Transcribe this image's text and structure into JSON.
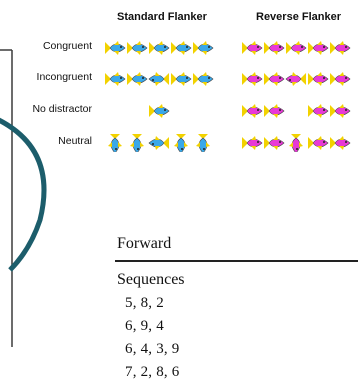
{
  "flanker": {
    "columns": [
      "Standard Flanker",
      "Reverse Flanker"
    ],
    "rows": [
      {
        "label": "Congruent",
        "standard": [
          "R",
          "R",
          "R",
          "R",
          "R"
        ],
        "reverse": [
          "R",
          "R",
          "R",
          "R",
          "R"
        ]
      },
      {
        "label": "Incongruent",
        "standard": [
          "R",
          "R",
          "L",
          "R",
          "R"
        ],
        "reverse": [
          "R",
          "R",
          "L",
          "R",
          "R"
        ]
      },
      {
        "label": "No distractor",
        "standard": [
          "",
          "",
          "R",
          "",
          ""
        ],
        "reverse": [
          "R",
          "R",
          "",
          "R",
          "R"
        ]
      },
      {
        "label": "Neutral",
        "standard": [
          "D",
          "D",
          "L",
          "D",
          "D"
        ],
        "reverse": [
          "R",
          "R",
          "D",
          "R",
          "R"
        ]
      }
    ],
    "colors": {
      "standard_fill": "#3aa8e8",
      "standard_accent": "#f2d200",
      "reverse_fill": "#e83ad6",
      "reverse_accent": "#f2d200",
      "bracket": "#3c3c3c",
      "arc": "#1c5d6b"
    }
  },
  "card": {
    "title": "Forward",
    "subtitle": "Sequences",
    "sequences": [
      "5, 8, 2",
      "6, 9, 4",
      "6, 4, 3, 9",
      "7, 2, 8, 6"
    ]
  }
}
